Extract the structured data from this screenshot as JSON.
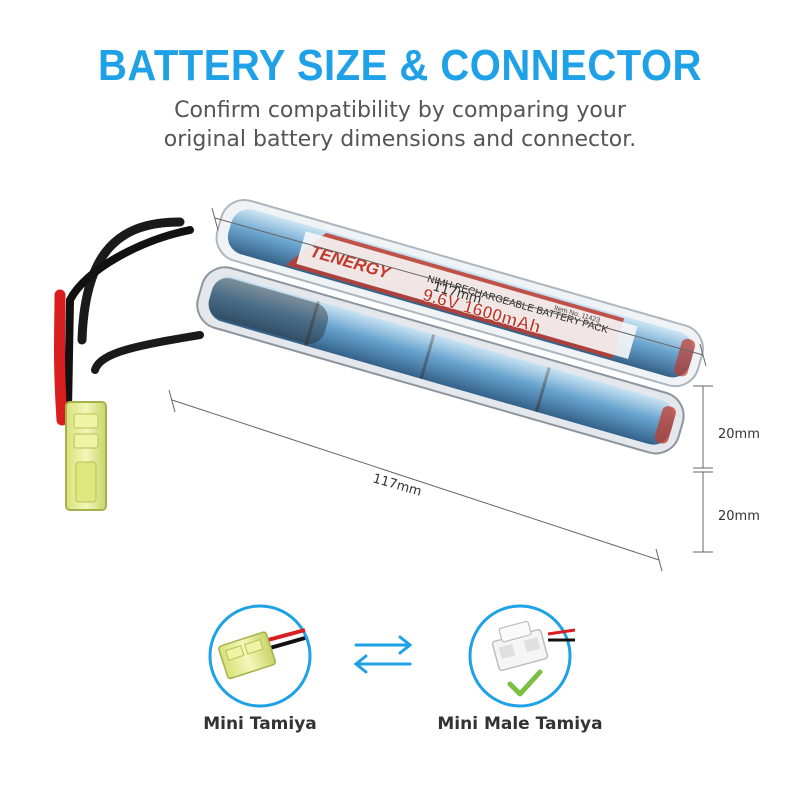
{
  "header": {
    "title": "BATTERY SIZE & CONNECTOR",
    "subtitle_line1": "Confirm compatibility by comparing your",
    "subtitle_line2": "original battery dimensions and connector."
  },
  "battery": {
    "brand": "TENERGY",
    "type_label": "NIMH RECHARGEABLE BATTERY PACK",
    "item_label": "Item No. 11423",
    "spec_label": "9.6V 1600mAh"
  },
  "dimensions": {
    "top_length": "117mm",
    "bottom_length": "117mm",
    "top_height": "20mm",
    "bottom_height": "20mm"
  },
  "connectors": {
    "left_label": "Mini Tamiya",
    "right_label": "Mini Male Tamiya"
  },
  "icons": {
    "swap": "swap-arrows-icon",
    "check": "check-mark-icon"
  },
  "colors": {
    "accent": "#1ea1e6",
    "check": "#7bc043",
    "connector": "#e6ef9c"
  }
}
